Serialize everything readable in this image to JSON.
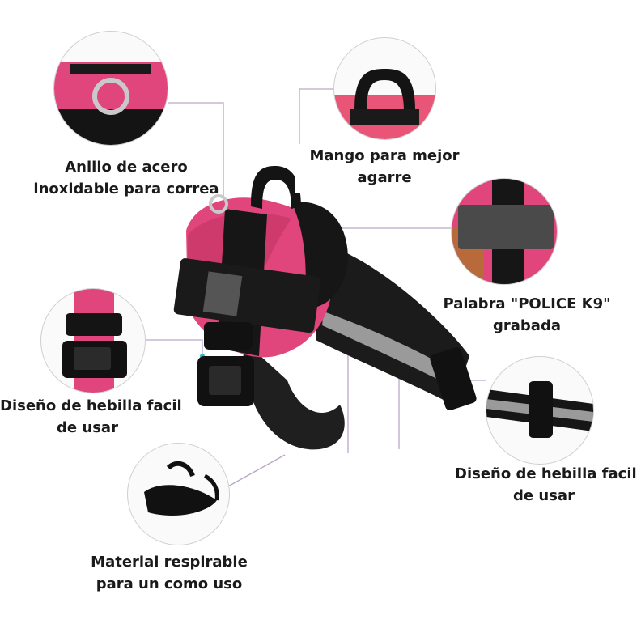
{
  "callouts": [
    {
      "id": "ring",
      "lines": [
        "Anillo de acero",
        "inoxidable para correa"
      ]
    },
    {
      "id": "handle",
      "lines": [
        "Mango para mejor",
        "agarre"
      ]
    },
    {
      "id": "police",
      "lines": [
        "Palabra \"POLICE K9\"",
        "grabada"
      ]
    },
    {
      "id": "buckle-left",
      "lines": [
        "Diseño de hebilla facil",
        "de usar"
      ]
    },
    {
      "id": "buckle-right",
      "lines": [
        "Diseño de hebilla facil",
        "de usar"
      ]
    },
    {
      "id": "material",
      "lines": [
        "Material respirable",
        "para un como uso"
      ]
    }
  ],
  "colors": {
    "accent": "#e0457b",
    "strap": "#1c1c1c",
    "reflective": "#9a9a9a",
    "leader": "#b9a6c8",
    "dot": "#2fb8c6"
  }
}
